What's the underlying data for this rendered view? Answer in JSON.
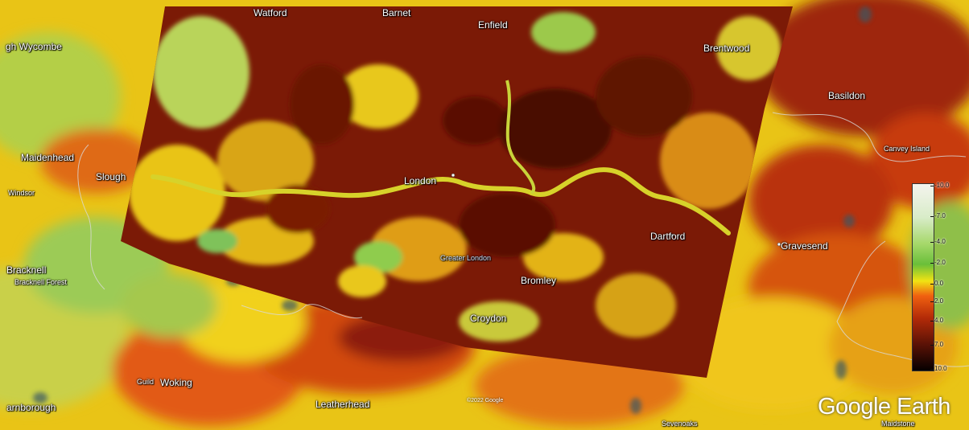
{
  "places": [
    {
      "id": "watford",
      "label": "Watford"
    },
    {
      "id": "barnet",
      "label": "Barnet"
    },
    {
      "id": "enfield",
      "label": "Enfield"
    },
    {
      "id": "brentwood",
      "label": "Brentwood"
    },
    {
      "id": "high-wycombe",
      "label": "gh Wycombe"
    },
    {
      "id": "basildon",
      "label": "Basildon"
    },
    {
      "id": "maidenhead",
      "label": "Maidenhead"
    },
    {
      "id": "slough",
      "label": "Slough"
    },
    {
      "id": "windsor",
      "label": "Windsor"
    },
    {
      "id": "london",
      "label": "London"
    },
    {
      "id": "canvey-island",
      "label": "Canvey Island"
    },
    {
      "id": "gravesend",
      "label": "Gravesend"
    },
    {
      "id": "dartford",
      "label": "Dartford"
    },
    {
      "id": "bracknell",
      "label": "Bracknell"
    },
    {
      "id": "bracknell-forest",
      "label": "Bracknell Forest"
    },
    {
      "id": "greater-london",
      "label": "Greater London"
    },
    {
      "id": "bromley",
      "label": "Bromley"
    },
    {
      "id": "croydon",
      "label": "Croydon"
    },
    {
      "id": "woking",
      "label": "Woking"
    },
    {
      "id": "woking-prefix",
      "label": "Guild"
    },
    {
      "id": "farnborough",
      "label": "arnborough"
    },
    {
      "id": "leatherhead",
      "label": "Leatherhead"
    },
    {
      "id": "sevenoaks",
      "label": "Sevenoaks"
    },
    {
      "id": "maidstone",
      "label": "Maidstone"
    }
  ],
  "legend": {
    "ticks": [
      "-10.0",
      "-7.0",
      "-4.0",
      "-2.0",
      "0.0",
      "2.0",
      "4.0",
      "7.0",
      "10.0"
    ],
    "colors": [
      "#f4f4ee",
      "#d8ecc8",
      "#a6d86a",
      "#6abf3a",
      "#f1e313",
      "#f06010",
      "#b22a08",
      "#5a1206",
      "#050000"
    ]
  },
  "copyright": "©2022 Google",
  "attribution": "Google Earth"
}
